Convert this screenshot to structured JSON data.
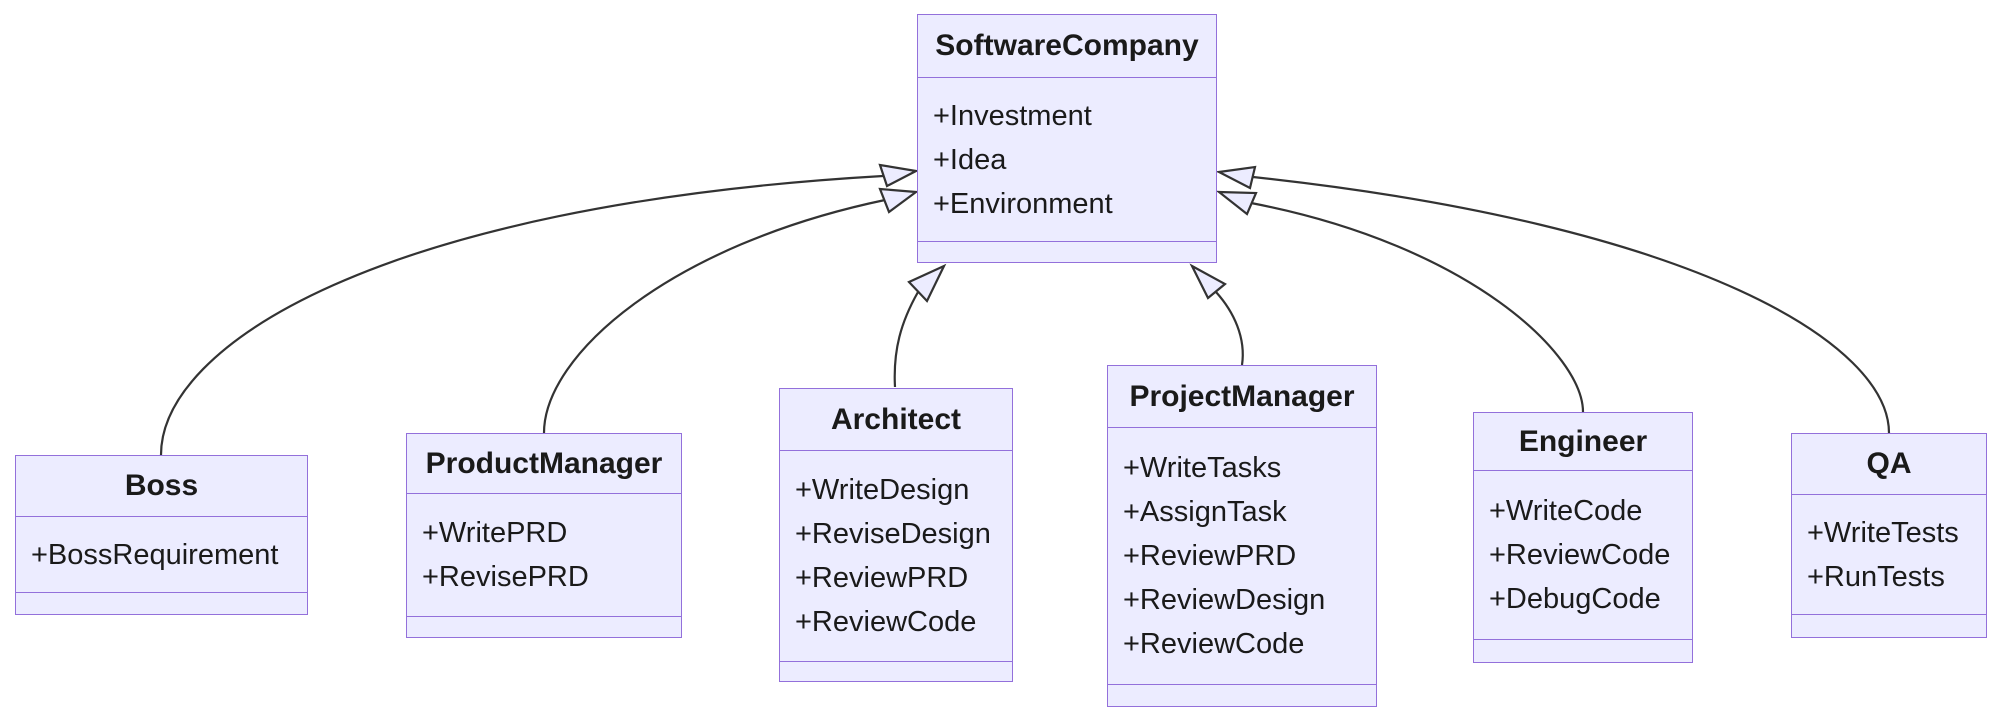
{
  "diagram": {
    "kind": "uml-class-diagram",
    "palette": {
      "node_fill": "#ECECFF",
      "node_border": "#9370DB",
      "edge_color": "#333333",
      "text_color": "#1a1a1a",
      "background": "#ffffff"
    },
    "arrowhead_style": "hollow-triangle-inheritance"
  },
  "classes": [
    {
      "id": "software-company",
      "name": "SoftwareCompany",
      "attributes": [
        "+Investment",
        "+Idea",
        "+Environment"
      ]
    },
    {
      "id": "boss",
      "name": "Boss",
      "attributes": [
        "+BossRequirement"
      ]
    },
    {
      "id": "product-manager",
      "name": "ProductManager",
      "attributes": [
        "+WritePRD",
        "+RevisePRD"
      ]
    },
    {
      "id": "architect",
      "name": "Architect",
      "attributes": [
        "+WriteDesign",
        "+ReviseDesign",
        "+ReviewPRD",
        "+ReviewCode"
      ]
    },
    {
      "id": "project-manager",
      "name": "ProjectManager",
      "attributes": [
        "+WriteTasks",
        "+AssignTask",
        "+ReviewPRD",
        "+ReviewDesign",
        "+ReviewCode"
      ]
    },
    {
      "id": "engineer",
      "name": "Engineer",
      "attributes": [
        "+WriteCode",
        "+ReviewCode",
        "+DebugCode"
      ]
    },
    {
      "id": "qa",
      "name": "QA",
      "attributes": [
        "+WriteTests",
        "+RunTests"
      ]
    }
  ],
  "relationships": [
    {
      "from": "Boss",
      "to": "SoftwareCompany",
      "type": "inheritance"
    },
    {
      "from": "ProductManager",
      "to": "SoftwareCompany",
      "type": "inheritance"
    },
    {
      "from": "Architect",
      "to": "SoftwareCompany",
      "type": "inheritance"
    },
    {
      "from": "ProjectManager",
      "to": "SoftwareCompany",
      "type": "inheritance"
    },
    {
      "from": "Engineer",
      "to": "SoftwareCompany",
      "type": "inheritance"
    },
    {
      "from": "QA",
      "to": "SoftwareCompany",
      "type": "inheritance"
    }
  ]
}
